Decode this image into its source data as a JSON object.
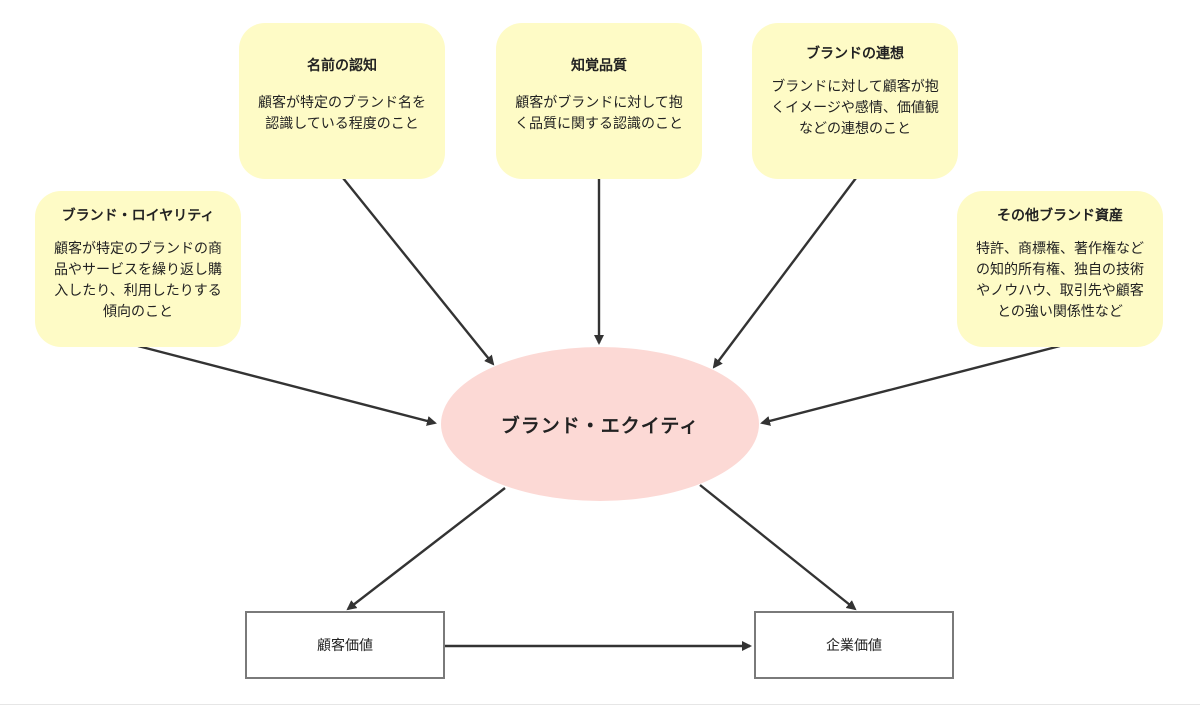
{
  "concepts": {
    "name_awareness": {
      "title": "名前の認知",
      "desc": "顧客が特定のブランド名を\n認識している程度のこと"
    },
    "perceived_quality": {
      "title": "知覚品質",
      "desc": "顧客がブランドに対して抱\nく品質に関する認識のこと"
    },
    "brand_association": {
      "title": "ブランドの連想",
      "desc": "ブランドに対して顧客が抱\nくイメージや感情、価値観\nなどの連想のこと"
    },
    "brand_loyalty": {
      "title": "ブランド・ロイヤリティ",
      "desc": "顧客が特定のブランドの商\n品やサービスを繰り返し購\n入したり、利用したりする\n傾向のこと"
    },
    "other_assets": {
      "title": "その他ブランド資産",
      "desc": "特許、商標権、著作権など\nの知的所有権、独自の技術\nやノウハウ、取引先や顧客\nとの強い関係性など"
    }
  },
  "center": {
    "label": "ブランド・エクイティ"
  },
  "outcomes": {
    "customer_value": "顧客価値",
    "corporate_value": "企業価値"
  },
  "colors": {
    "card_fill": "#fefbc6",
    "center_fill": "#fcd9d5",
    "arrow": "#333333",
    "box_border": "#7a7a7a"
  }
}
